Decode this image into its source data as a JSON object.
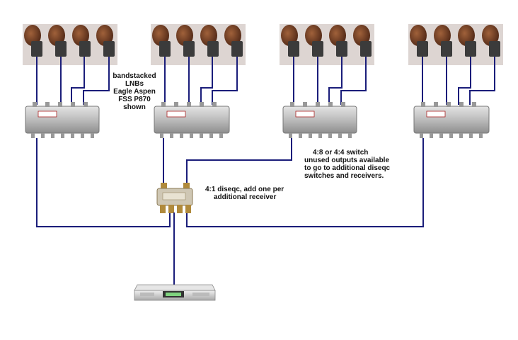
{
  "labels": {
    "lnb": [
      "bandstacked",
      "LNBs",
      "Eagle Aspen",
      "FSS P870",
      "shown"
    ],
    "switch": [
      "4:8 or 4:4 switch",
      "unused outputs available",
      "to go to additional diseqc",
      "switches and receivers."
    ],
    "diseqc": [
      "4:1 diseqc, add one per",
      "additional receiver"
    ]
  },
  "colors": {
    "wire": "#1a1d7a",
    "dish_bg": "#ddd5d2",
    "dish": "#6e3a22",
    "lnb_body": "#3b3b3b",
    "switch_body": "#c9c9c9",
    "receiver_body": "#d8d8d8"
  }
}
